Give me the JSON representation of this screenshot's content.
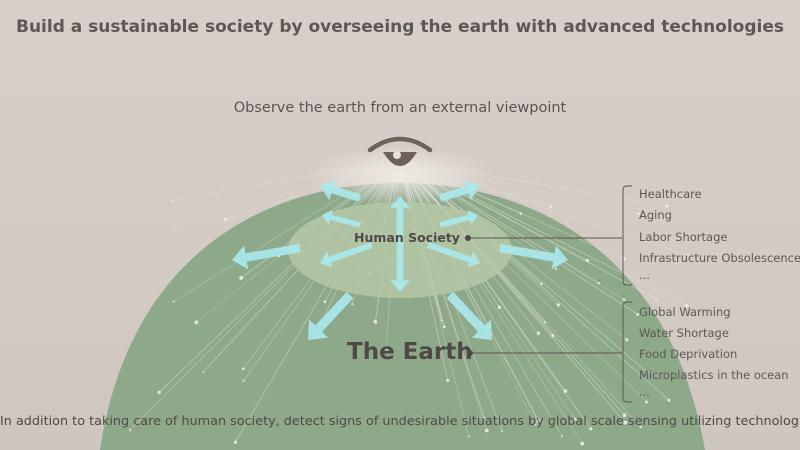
{
  "header": {
    "title": "Build a sustainable society by overseeing the earth with advanced technologies",
    "subtitle": "Observe the earth from an external viewpoint"
  },
  "diagram": {
    "human_society_label": "Human Society",
    "earth_label": "The Earth",
    "society_issues": [
      "Healthcare",
      "Aging",
      "Labor Shortage",
      "Infrastructure Obsolescence",
      "..."
    ],
    "earth_issues": [
      "Global Warming",
      "Water Shortage",
      "Food Deprivation",
      "Microplastics in the ocean",
      "..."
    ],
    "icons": [
      "eye-icon"
    ],
    "colors": {
      "background": "#d5cdc6",
      "earth": "#8ea98a",
      "society_ellipse": "#b5c8a7",
      "arrows": "#a9e8ec",
      "text": "#5e5854"
    }
  },
  "footer": {
    "text": "In addition to taking care of human society, detect signs of undesirable situations by global scale sensing utilizing technologies"
  }
}
